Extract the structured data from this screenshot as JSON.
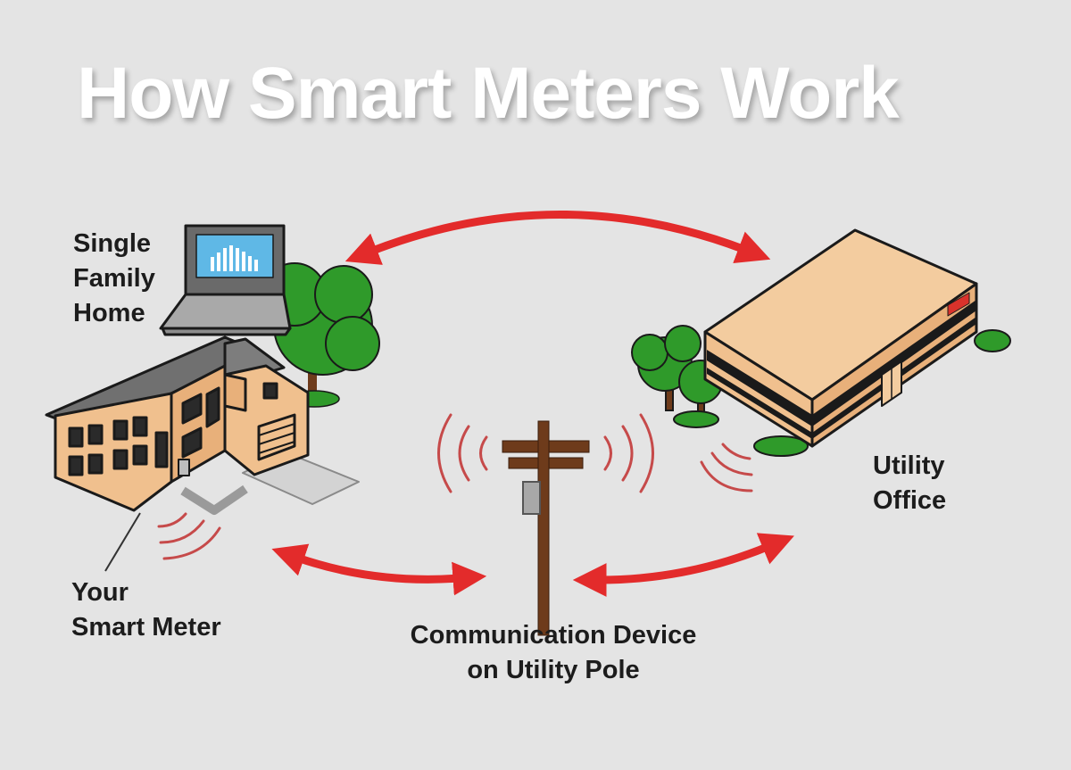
{
  "title": "How Smart Meters Work",
  "labels": {
    "home": [
      "Single",
      "Family",
      "Home"
    ],
    "meter": [
      "Your",
      "Smart Meter"
    ],
    "pole": [
      "Communication Device",
      "on Utility Pole"
    ],
    "office": [
      "Utility",
      "Office"
    ]
  },
  "colors": {
    "background": "#e4e4e4",
    "arrow": "#e32b2b",
    "signal": "#c64a4a",
    "building_wall": "#f0c08e",
    "roof": "#707070",
    "pole": "#6e3b1b",
    "tree": "#2f9a2a"
  },
  "icons": [
    "laptop-icon",
    "house-icon",
    "smart-meter-icon",
    "utility-pole-icon",
    "office-building-icon",
    "tree-icon",
    "signal-waves-icon",
    "two-way-arrow-icon"
  ]
}
